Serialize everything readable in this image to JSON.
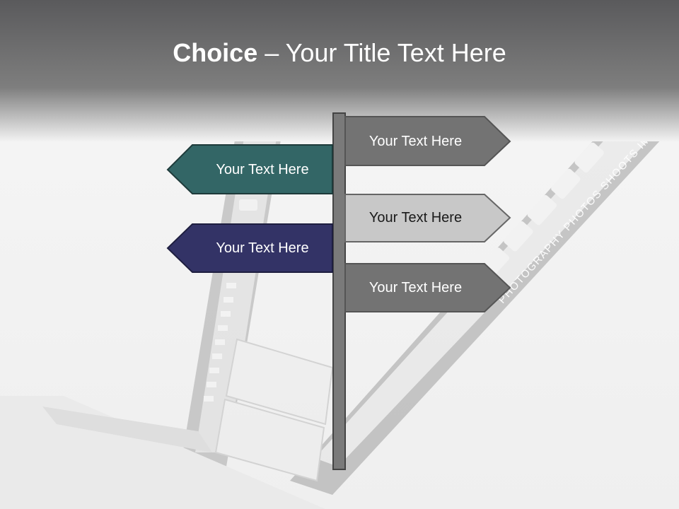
{
  "slide": {
    "title_bold": "Choice",
    "title_sep": " – ",
    "title_rest": "Your Title Text Here"
  },
  "film_caption": "PHOTOGRAPHY PHOTOS SHOOTS IMAGE",
  "signs": {
    "right_1": {
      "label": "Your Text Here",
      "color": "#737373",
      "text_color": "#ffffff"
    },
    "left_1": {
      "label": "Your Text Here",
      "color": "#336666",
      "text_color": "#ffffff"
    },
    "right_2": {
      "label": "Your Text Here",
      "color": "#c8c8c8",
      "text_color": "#1a1a1a"
    },
    "left_2": {
      "label": "Your Text Here",
      "color": "#333366",
      "text_color": "#ffffff"
    },
    "right_3": {
      "label": "Your Text Here",
      "color": "#737373",
      "text_color": "#ffffff"
    }
  },
  "colors": {
    "header_top": "#5d5d5f",
    "header_bottom": "#8a8a8a",
    "background": "#f2f2f2",
    "post": "#7a7a7a",
    "post_outline": "#444444"
  }
}
